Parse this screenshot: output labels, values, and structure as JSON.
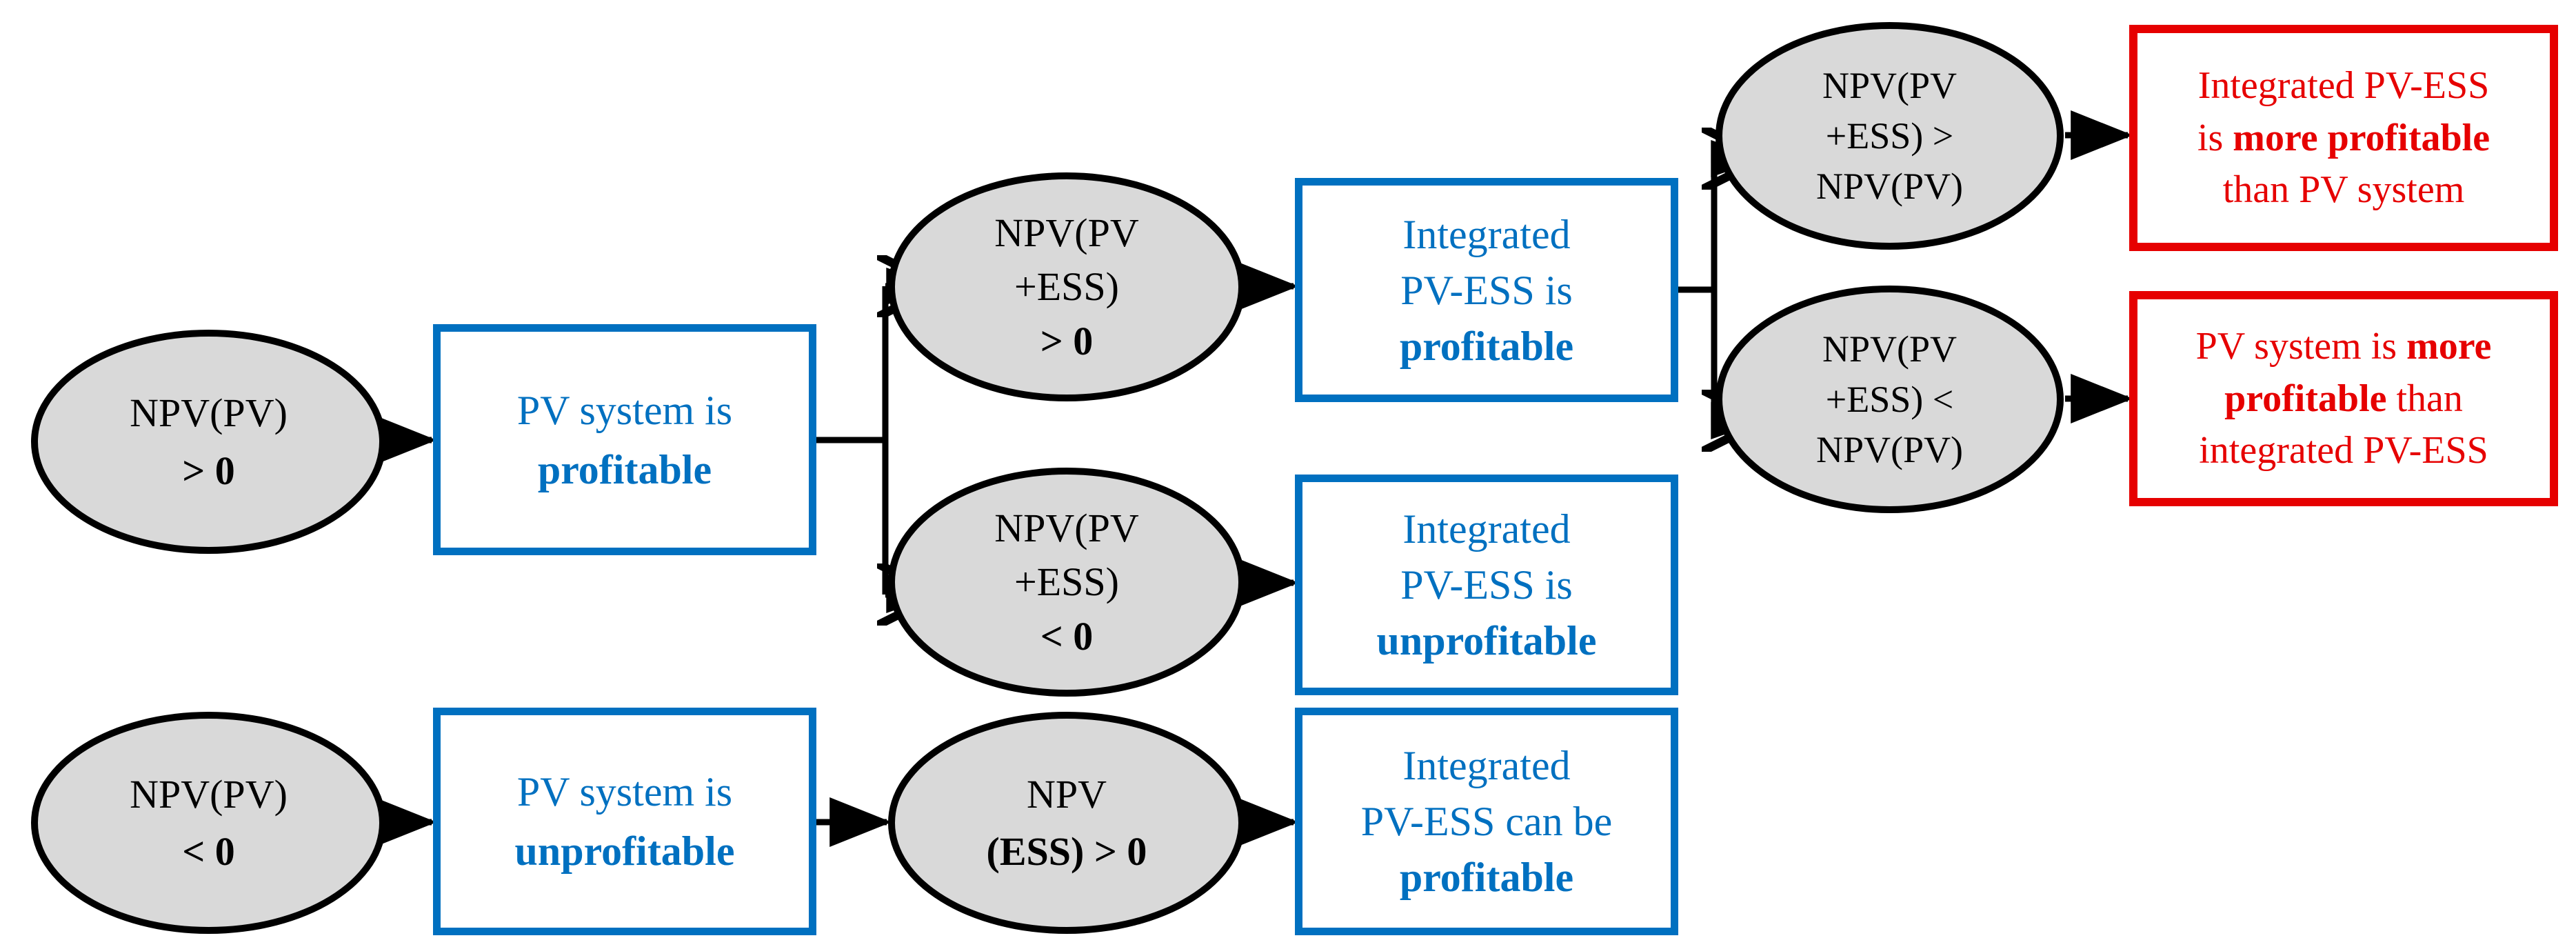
{
  "meta": {
    "title": "NPV decision flowchart for PV and integrated PV-ESS systems",
    "colors": {
      "ellipse_fill": "#D9D9D9",
      "ellipse_border": "#000000",
      "blue_accent": "#0070C0",
      "red_accent": "#E60000",
      "background": "#FFFFFF",
      "connector": "#000000"
    }
  },
  "nodes": {
    "pv_positive": {
      "type": "decision-ellipse",
      "line1": "NPV(PV)",
      "line2": "> 0"
    },
    "pv_profitable": {
      "type": "outcome-box-blue",
      "line1": "PV system is",
      "line2": "profitable"
    },
    "pvess_positive": {
      "type": "decision-ellipse",
      "line1": "NPV(PV",
      "line2": "+ESS)",
      "line3": "> 0"
    },
    "pvess_profitable": {
      "type": "outcome-box-blue",
      "line1": "Integrated",
      "line2": "PV-ESS is",
      "line3": "profitable"
    },
    "pvess_negative": {
      "type": "decision-ellipse",
      "line1": "NPV(PV",
      "line2": "+ESS)",
      "line3": "< 0"
    },
    "pvess_unprofitable": {
      "type": "outcome-box-blue",
      "line1": "Integrated",
      "line2": "PV-ESS is",
      "line3": "unprofitable"
    },
    "pvess_gt_pv": {
      "type": "decision-ellipse",
      "line1": "NPV(PV",
      "line2": "+ESS) >",
      "line3": "NPV(PV)"
    },
    "conclusion_pvess_better": {
      "type": "conclusion-box-red",
      "line1": "Integrated PV-ESS",
      "line2_pre": "is ",
      "line2_bold": "more profitable",
      "line3": "than PV system"
    },
    "pvess_lt_pv": {
      "type": "decision-ellipse",
      "line1": "NPV(PV",
      "line2": "+ESS) <",
      "line3": "NPV(PV)"
    },
    "conclusion_pv_better": {
      "type": "conclusion-box-red",
      "line1_pre": "PV system is ",
      "line1_bold": "more",
      "line2_bold": "profitable",
      "line2_post": " than",
      "line3": "integrated PV-ESS"
    },
    "pv_negative": {
      "type": "decision-ellipse",
      "line1": "NPV(PV)",
      "line2": "< 0"
    },
    "pv_unprofitable": {
      "type": "outcome-box-blue",
      "line1": "PV system is",
      "line2": "unprofitable"
    },
    "ess_positive": {
      "type": "decision-ellipse",
      "line1": "NPV",
      "line2": "(ESS) > 0"
    },
    "pvess_can_be_profitable": {
      "type": "outcome-box-blue",
      "line1": "Integrated",
      "line2": "PV-ESS can be",
      "line3": "profitable"
    }
  },
  "connectors": [
    {
      "name": "pv-positive-to-pv-profitable",
      "style": "straight-arrow"
    },
    {
      "name": "pv-profitable-branch",
      "style": "split-two-arrows"
    },
    {
      "name": "pvess-positive-to-profitable",
      "style": "straight-arrow"
    },
    {
      "name": "pvess-negative-to-unprofitable",
      "style": "straight-arrow"
    },
    {
      "name": "pvess-profitable-branch",
      "style": "split-two-arrows"
    },
    {
      "name": "pvess-gt-pv-to-conclusion",
      "style": "straight-arrow"
    },
    {
      "name": "pvess-lt-pv-to-conclusion",
      "style": "straight-arrow"
    },
    {
      "name": "pv-negative-to-pv-unprofitable",
      "style": "straight-arrow"
    },
    {
      "name": "pv-unprofitable-to-ess-positive",
      "style": "straight-arrow"
    },
    {
      "name": "ess-positive-to-can-be-profitable",
      "style": "straight-arrow"
    }
  ]
}
